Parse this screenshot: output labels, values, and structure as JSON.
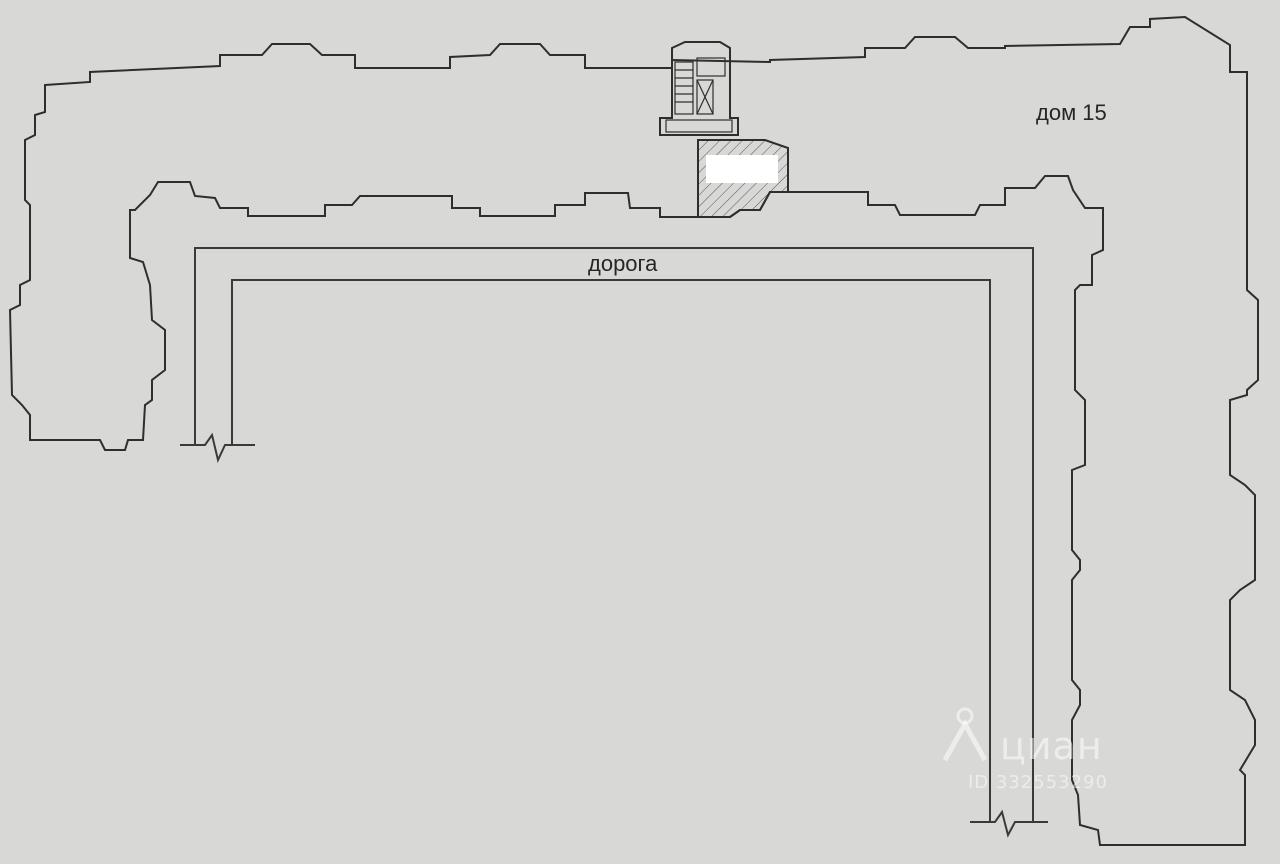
{
  "plan": {
    "house_label": "дом 15",
    "road_label": "дорога"
  },
  "watermark": {
    "brand": "циан",
    "listing_id": "ID 332553290",
    "icon": "location-pin-icon"
  },
  "colors": {
    "paper": "#d8d9d6",
    "lines": "#2e2e2e",
    "highlight": "#ffffff"
  }
}
